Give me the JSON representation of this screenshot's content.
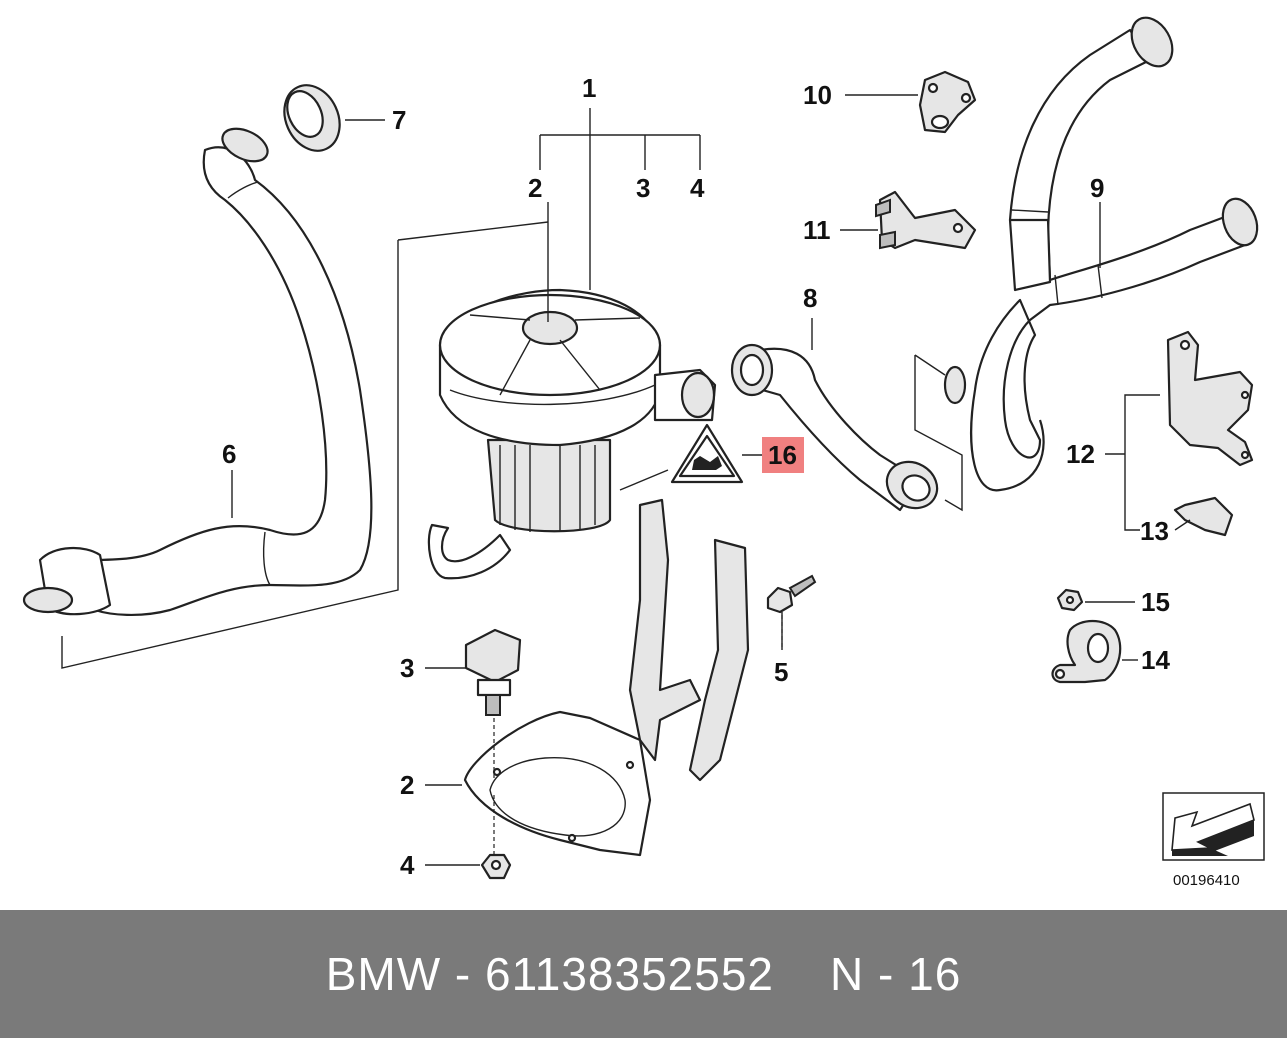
{
  "callouts": [
    {
      "id": "1",
      "label": "1"
    },
    {
      "id": "2a",
      "label": "2"
    },
    {
      "id": "3a",
      "label": "3"
    },
    {
      "id": "4a",
      "label": "4"
    },
    {
      "id": "5",
      "label": "5"
    },
    {
      "id": "6",
      "label": "6"
    },
    {
      "id": "7",
      "label": "7"
    },
    {
      "id": "8",
      "label": "8"
    },
    {
      "id": "9",
      "label": "9"
    },
    {
      "id": "10",
      "label": "10"
    },
    {
      "id": "11",
      "label": "11"
    },
    {
      "id": "12",
      "label": "12"
    },
    {
      "id": "13",
      "label": "13"
    },
    {
      "id": "14",
      "label": "14"
    },
    {
      "id": "15",
      "label": "15"
    },
    {
      "id": "16",
      "label": "16",
      "highlighted": true
    },
    {
      "id": "3b",
      "label": "3"
    },
    {
      "id": "2b",
      "label": "2"
    },
    {
      "id": "4b",
      "label": "4"
    }
  ],
  "diagram": {
    "reference_number": "00196410",
    "highlight_color": "#f08080",
    "warning_icon": "air-pump-warning-triangle-icon",
    "orientation_icon": "front-direction-arrow-icon"
  },
  "footer": {
    "brand": "BMW",
    "separator": "-",
    "part_number": "61138352552",
    "position_label": "N - 16",
    "background": "#7a7a7a"
  }
}
